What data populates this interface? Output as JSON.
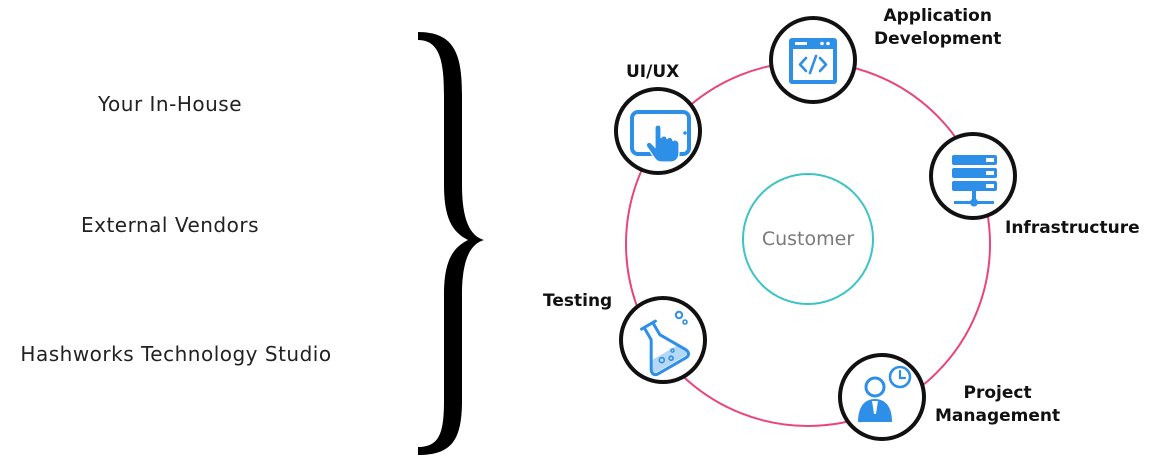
{
  "left_column": {
    "items": [
      {
        "label": "Your In-House"
      },
      {
        "label": "External Vendors"
      },
      {
        "label": "Hashworks Technology Studio"
      }
    ]
  },
  "cycle": {
    "center_label": "Customer",
    "nodes": [
      {
        "name": "application-development",
        "label_lines": [
          "Application",
          "Development"
        ],
        "icon": "code-window-icon"
      },
      {
        "name": "infrastructure",
        "label_lines": [
          "Infrastructure"
        ],
        "icon": "server-rack-icon"
      },
      {
        "name": "project-management",
        "label_lines": [
          "Project",
          "Management"
        ],
        "icon": "person-clock-icon"
      },
      {
        "name": "testing",
        "label_lines": [
          "Testing"
        ],
        "icon": "flask-icon"
      },
      {
        "name": "ui-ux",
        "label_lines": [
          "UI/UX"
        ],
        "icon": "tablet-touch-icon"
      }
    ]
  },
  "colors": {
    "ring": "#e8457a",
    "center_ring": "#3cc4c4",
    "icon_blue": "#2e8fe8",
    "node_border": "#111111",
    "brace": "#000000"
  }
}
